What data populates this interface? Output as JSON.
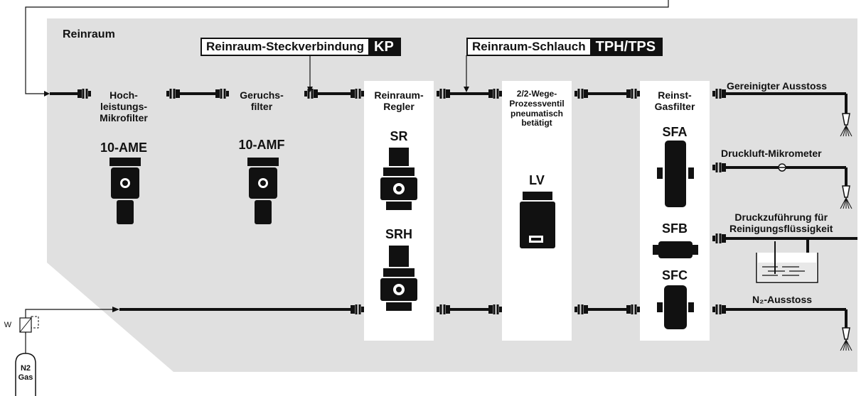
{
  "region_label": "Reinraum",
  "badges": [
    {
      "label": "Reinraum-Steckverbindung",
      "code": "KP"
    },
    {
      "label": "Reinraum-Schlauch",
      "code": "TPH/TPS"
    }
  ],
  "columns": [
    {
      "title": "Hoch-\nleistungs-\nMikrofilter",
      "models": [
        "10-AME"
      ]
    },
    {
      "title": "Geruchs-\nfilter",
      "models": [
        "10-AMF"
      ]
    },
    {
      "title": "Reinraum-\nRegler",
      "models": [
        "SR",
        "SRH"
      ]
    },
    {
      "title": "2/2-Wege-\nProzessventil\npneumatisch\nbetätigt",
      "models": [
        "LV"
      ]
    },
    {
      "title": "Reinst-\nGasfilter",
      "models": [
        "SFA",
        "SFB",
        "SFC"
      ]
    }
  ],
  "outputs": [
    "Gereinigter Ausstoss",
    "Druckluft-Mikrometer",
    "Druckzuführung für\nReinigungsflüssigkeit",
    "N₂-Ausstoss"
  ],
  "gas_source": {
    "line1": "N2",
    "line2": "Gas",
    "valve_mark": "W"
  },
  "colors": {
    "region_bg": "#e0e0e0",
    "column_bg": "#ffffff",
    "ink": "#111111"
  }
}
